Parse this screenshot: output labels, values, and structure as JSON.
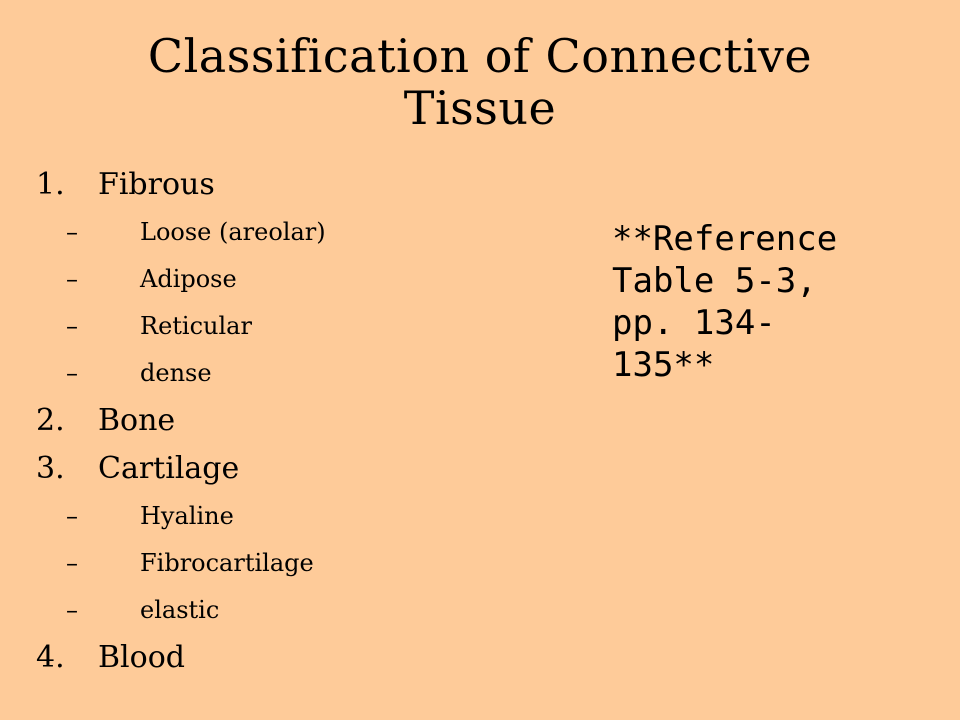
{
  "slide": {
    "title_line1": "Classification of Connective",
    "title_line2": "Tissue",
    "items": [
      {
        "num": "1.",
        "label": "Fibrous"
      },
      {
        "dash": "–",
        "label": "Loose (areolar)"
      },
      {
        "dash": "–",
        "label": "Adipose"
      },
      {
        "dash": "–",
        "label": "Reticular"
      },
      {
        "dash": "–",
        "label": "dense"
      },
      {
        "num": "2.",
        "label": "Bone"
      },
      {
        "num": "3.",
        "label": "Cartilage"
      },
      {
        "dash": "–",
        "label": "Hyaline"
      },
      {
        "dash": "–",
        "label": "Fibrocartilage"
      },
      {
        "dash": "–",
        "label": "elastic"
      },
      {
        "num": "4.",
        "label": "Blood"
      }
    ],
    "note": "**Reference\nTable 5-3,\npp. 134-\n135**"
  }
}
